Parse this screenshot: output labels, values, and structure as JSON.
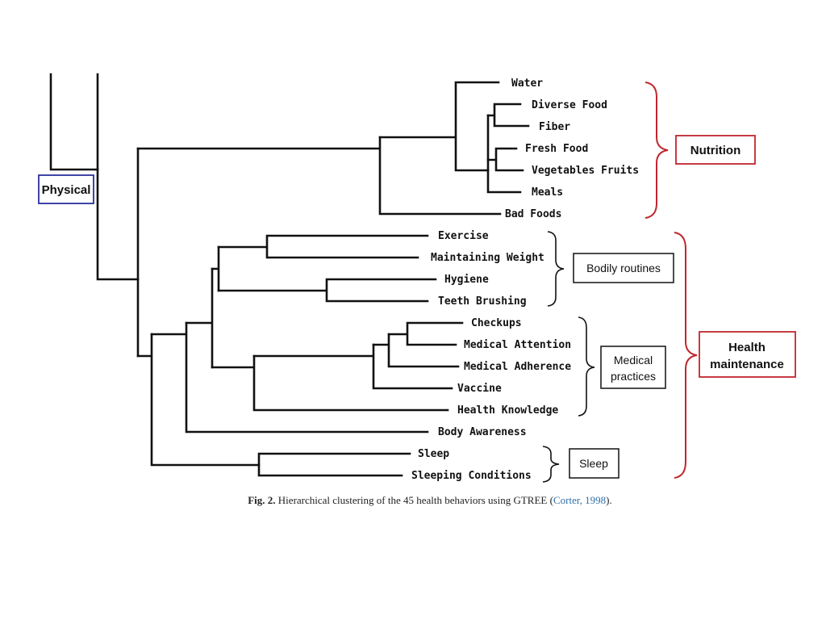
{
  "leaves": [
    "Water",
    "Diverse Food",
    "Fiber",
    "Fresh Food",
    "Vegetables Fruits",
    "Meals",
    "Bad Foods",
    "Exercise",
    "Maintaining Weight",
    "Hygiene",
    "Teeth Brushing",
    "Checkups",
    "Medical Attention",
    "Medical Adherence",
    "Vaccine",
    "Health Knowledge",
    "Body Awareness",
    "Sleep",
    "Sleeping Conditions"
  ],
  "boxes": {
    "physical": "Physical",
    "nutrition": "Nutrition",
    "bodily_routines": "Bodily routines",
    "medical_line1": "Medical",
    "medical_line2": "practices",
    "health_line1": "Health",
    "health_line2": "maintenance",
    "sleep": "Sleep"
  },
  "colors": {
    "physical_box": "#2b2f9c",
    "red_group": "#c0272d",
    "tree": "#111111",
    "citation": "#2f6fa8"
  },
  "caption": {
    "label": "Fig. 2.",
    "text": "Hierarchical clustering of the 45 health behaviors using GTREE (",
    "citation": "Corter, 1998",
    "end": ")."
  }
}
